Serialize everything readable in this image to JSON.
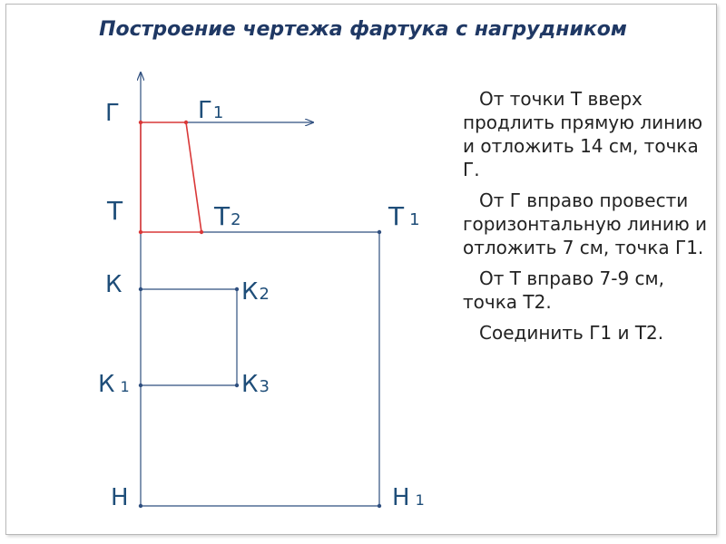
{
  "title": "Построение чертежа фартука с нагрудником",
  "colors": {
    "line": "#2f4f7f",
    "red": "#d93838",
    "label": "#1f4e79",
    "title": "#1f3864"
  },
  "labels": {
    "G": "Г",
    "G1_main": "Г",
    "G1_sub": "1",
    "T": "Т",
    "T2_main": "Т",
    "T2_sub": "2",
    "T1_main": "Т",
    "T1_sub": "1",
    "K": "К",
    "K2_main": "К",
    "K2_sub": "2",
    "K1_main": "К",
    "K1_sub": "1",
    "K3_main": "К",
    "K3_sub": "3",
    "N": "Н",
    "N1_main": "Н",
    "N1_sub": "1"
  },
  "instructions": [
    "От точки Т вверх продлить прямую линию и отложить 14 см, точка Г.",
    "От Г вправо провести горизонтальную линию и отложить 7 см, точка Г1.",
    "От Т вправо 7-9 см, точка Т2.",
    "Соединить Г1 и Т2."
  ]
}
